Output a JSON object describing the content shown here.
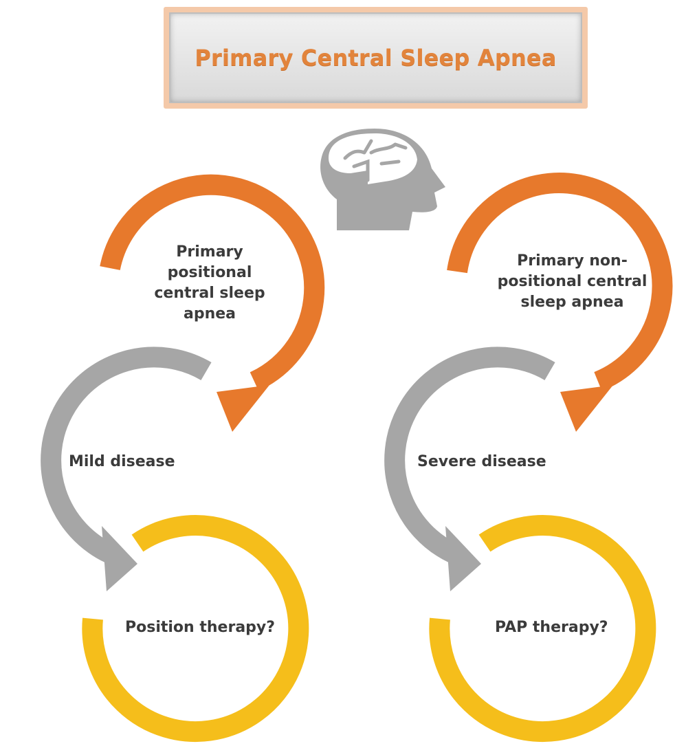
{
  "title": "Primary Central Sleep Apnea",
  "left": {
    "stage1": [
      "Primary",
      "positional",
      "central sleep",
      "apnea"
    ],
    "stage2": "Mild disease",
    "stage3": "Position therapy?"
  },
  "right": {
    "stage1": [
      "Primary non-",
      "positional central",
      "sleep apnea"
    ],
    "stage2": "Severe disease",
    "stage3": "PAP therapy?"
  },
  "colors": {
    "orange": "#e7792c",
    "gray": "#a6a6a6",
    "yellow": "#f5be1b",
    "brain": "#a6a6a6",
    "title_text": "#e2843c"
  },
  "icons": [
    "brain-head-icon"
  ]
}
